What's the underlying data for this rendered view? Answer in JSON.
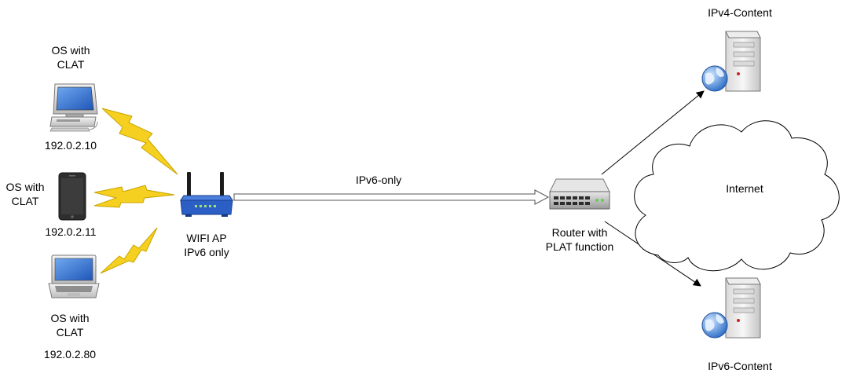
{
  "devices": {
    "desktop": {
      "os_line1": "OS with",
      "os_line2": "CLAT",
      "ip": "192.0.2.10",
      "icon": "desktop-computer-icon"
    },
    "phone": {
      "os_line1": "OS with",
      "os_line2": "CLAT",
      "ip": "192.0.2.11",
      "icon": "smartphone-icon"
    },
    "laptop": {
      "os_line1": "OS with",
      "os_line2": "CLAT",
      "ip": "192.0.2.80",
      "icon": "laptop-icon"
    }
  },
  "access_point": {
    "line1": "WIFI AP",
    "line2": "IPv6 only",
    "icon": "wifi-router-icon"
  },
  "link": {
    "label": "IPv6-only"
  },
  "router": {
    "line1": "Router with",
    "line2": "PLAT function",
    "icon": "router-icon"
  },
  "cloud": {
    "label": "Internet",
    "icon": "cloud-icon"
  },
  "servers": {
    "ipv4": {
      "label": "IPv4-Content",
      "icon": "web-server-icon"
    },
    "ipv6": {
      "label": "IPv6-Content",
      "icon": "web-server-icon"
    }
  },
  "colors": {
    "lightning": "#F5D020",
    "lightning_stroke": "#C9A400",
    "router_blue": "#2B5FC6",
    "screen_blue": "#3A78D8",
    "arrow": "#000000"
  }
}
